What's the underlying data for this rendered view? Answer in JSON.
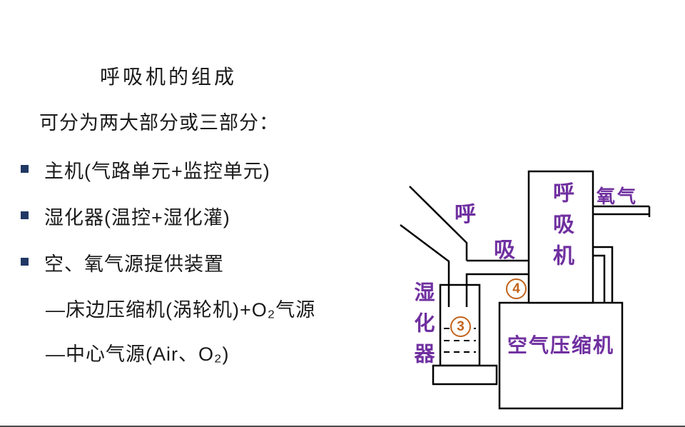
{
  "slide": {
    "title": "呼吸机的组成",
    "subtitle": "可分为两大部分或三部分：",
    "bullets": [
      {
        "label": "主机(气路单元+监控单元)"
      },
      {
        "label": "湿化器(温控+湿化灌)"
      },
      {
        "label": "空、氧气源提供装置"
      }
    ],
    "sub_items": [
      {
        "label": "—床边压缩机(涡轮机)+O₂气源"
      },
      {
        "label": "—中心气源(Air、O₂)"
      }
    ]
  },
  "diagram": {
    "ventilator_label": "呼吸机",
    "oxygen_label": "氧气",
    "exhale_label": "呼",
    "inhale_label": "吸",
    "humidifier_label": "湿化器",
    "compressor_label": "空气压缩机",
    "marker_humidifier": "3",
    "marker_compressor": "4"
  },
  "colors": {
    "label_purple": "#7030A0",
    "marker_orange": "#C2631B",
    "bullet_navy": "#203864",
    "text": "#1A1A1A"
  }
}
